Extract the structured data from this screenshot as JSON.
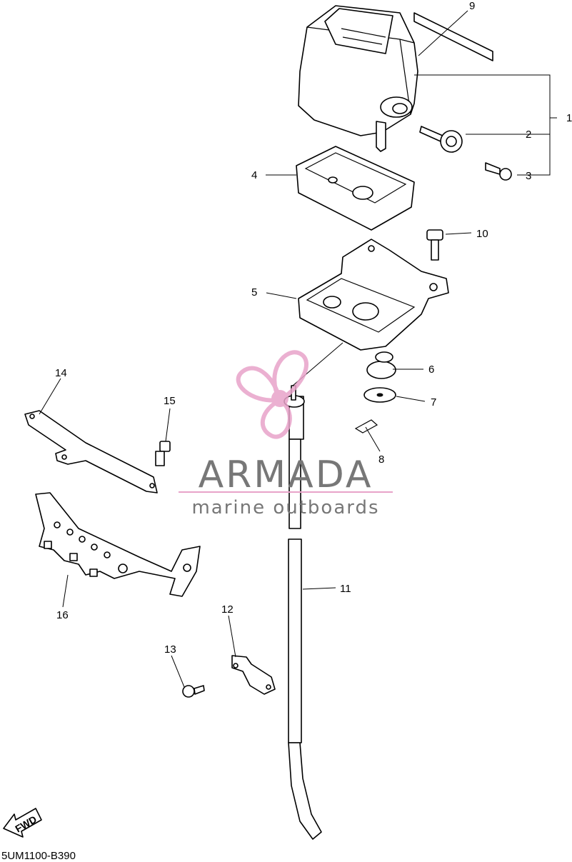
{
  "callouts": {
    "c1": "1",
    "c2": "2",
    "c3": "3",
    "c4": "4",
    "c5": "5",
    "c6": "6",
    "c7": "7",
    "c8": "8",
    "c9": "9",
    "c10": "10",
    "c11": "11",
    "c12": "12",
    "c13": "13",
    "c14": "14",
    "c15": "15",
    "c16": "16"
  },
  "watermark": {
    "brand": "ARMADA",
    "tagline": "marine outboards",
    "logo_color": "#e8a3c9",
    "text_color": "#7a7a7a"
  },
  "fwd_label": "FWD",
  "diagram_code": "5UM1100-B390"
}
